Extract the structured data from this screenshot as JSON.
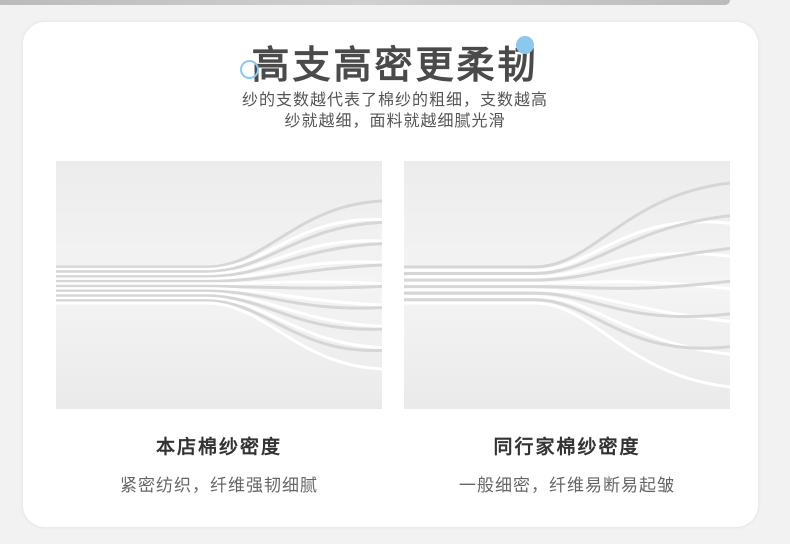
{
  "title": "高支高密更柔韧",
  "subtitle_lines": [
    "纱的支数越代表了棉纱的粗细，支数越高",
    "纱就越细，面料就越细腻光滑"
  ],
  "comparison": [
    {
      "label": "本店棉纱密度",
      "desc": "紧密纺织，纤维强韧细腻"
    },
    {
      "label": "同行家棉纱密度",
      "desc": "一般细密，纤维易断易起皱"
    }
  ],
  "accent_color": "#8cc8ee"
}
